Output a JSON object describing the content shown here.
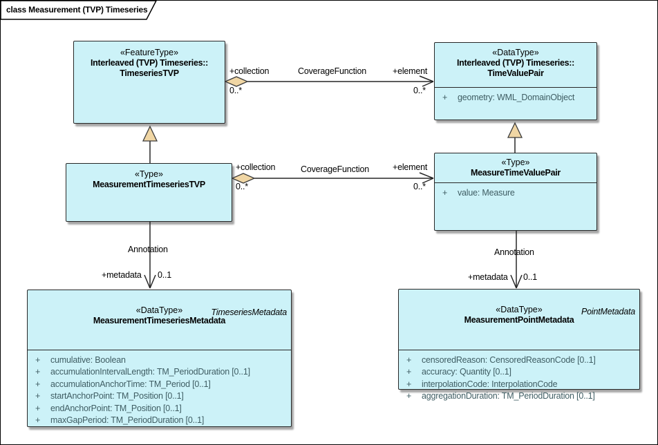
{
  "diagram": {
    "title": "class Measurement (TVP) Timeseries"
  },
  "colors": {
    "class_fill": "#ccf2f8",
    "class_border": "#262626",
    "connector_accent": "#f0d6a4",
    "attribute_text": "#3f5d63",
    "background": "#ffffff"
  },
  "classes": {
    "timeseriesTVP": {
      "stereotype": "«FeatureType»",
      "qualifier": "Interleaved (TVP) Timeseries::",
      "name": "TimeseriesTVP"
    },
    "timeValuePair": {
      "stereotype": "«DataType»",
      "qualifier": "Interleaved (TVP) Timeseries::",
      "name": "TimeValuePair",
      "attributes": [
        {
          "vis": "+",
          "text": "geometry: WML_DomainObject"
        }
      ]
    },
    "measurementTimeseriesTVP": {
      "stereotype": "«Type»",
      "name": "MeasurementTimeseriesTVP"
    },
    "measureTimeValuePair": {
      "stereotype": "«Type»",
      "name": "MeasureTimeValuePair",
      "attributes": [
        {
          "vis": "+",
          "text": "value: Measure"
        }
      ]
    },
    "measurementTimeseriesMetadata": {
      "tag": "TimeseriesMetadata",
      "stereotype": "«DataType»",
      "name": "MeasurementTimeseriesMetadata",
      "attributes": [
        {
          "vis": "+",
          "text": "cumulative: Boolean"
        },
        {
          "vis": "+",
          "text": "accumulationIntervalLength: TM_PeriodDuration [0..1]"
        },
        {
          "vis": "+",
          "text": "accumulationAnchorTime: TM_Period [0..1]"
        },
        {
          "vis": "+",
          "text": "startAnchorPoint: TM_Position [0..1]"
        },
        {
          "vis": "+",
          "text": "endAnchorPoint: TM_Position [0..1]"
        },
        {
          "vis": "+",
          "text": "maxGapPeriod: TM_PeriodDuration [0..1]"
        }
      ]
    },
    "measurementPointMetadata": {
      "tag": "PointMetadata",
      "stereotype": "«DataType»",
      "name": "MeasurementPointMetadata",
      "attributes": [
        {
          "vis": "+",
          "text": "censoredReason: CensoredReasonCode [0..1]"
        },
        {
          "vis": "+",
          "text": "accuracy: Quantity [0..1]"
        },
        {
          "vis": "+",
          "text": "interpolationCode: InterpolationCode"
        },
        {
          "vis": "+",
          "text": "aggregationDuration: TM_PeriodDuration [0..1]"
        }
      ]
    }
  },
  "connectors": {
    "coverage1": {
      "name": "CoverageFunction",
      "source_role": "+collection",
      "source_mult": "0..*",
      "target_role": "+element",
      "target_mult": "0..*"
    },
    "coverage2": {
      "name": "CoverageFunction",
      "source_role": "+collection",
      "source_mult": "0..*",
      "target_role": "+element",
      "target_mult": "0..*"
    },
    "annotation1": {
      "name": "Annotation",
      "target_role": "+metadata",
      "target_mult": "0..1"
    },
    "annotation2": {
      "name": "Annotation",
      "target_role": "+metadata",
      "target_mult": "0..1"
    }
  }
}
